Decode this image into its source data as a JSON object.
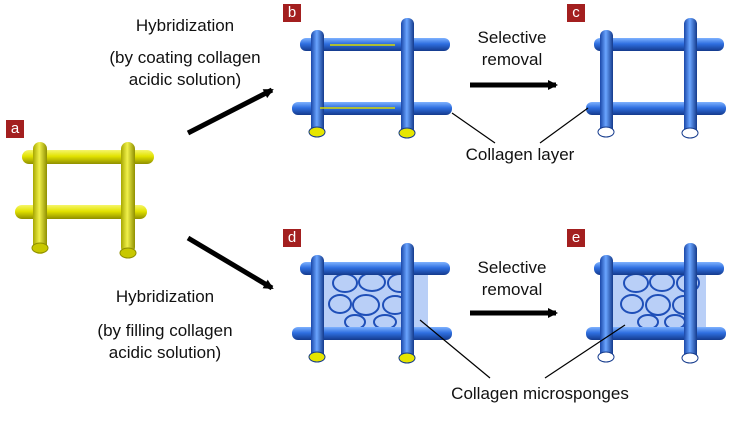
{
  "panel_labels": {
    "a": "a",
    "b": "b",
    "c": "c",
    "d": "d",
    "e": "e"
  },
  "annotations": {
    "top_step": {
      "line1": "Hybridization",
      "line2": "(by coating collagen",
      "line3": "acidic solution)"
    },
    "bottom_step": {
      "line1": "Hybridization",
      "line2": "(by filling collagen",
      "line3": "acidic solution)"
    },
    "top_removal": {
      "line1": "Selective",
      "line2": "removal"
    },
    "bottom_removal": {
      "line1": "Selective",
      "line2": "removal"
    },
    "collagen_layer": "Collagen layer",
    "collagen_microsponges": "Collagen microsponges"
  },
  "colors": {
    "template_yellow": "#e6e600",
    "scaffold_blue": "#2f6fe0",
    "label_red": "#a31f1f",
    "arrow_black": "#000000"
  }
}
